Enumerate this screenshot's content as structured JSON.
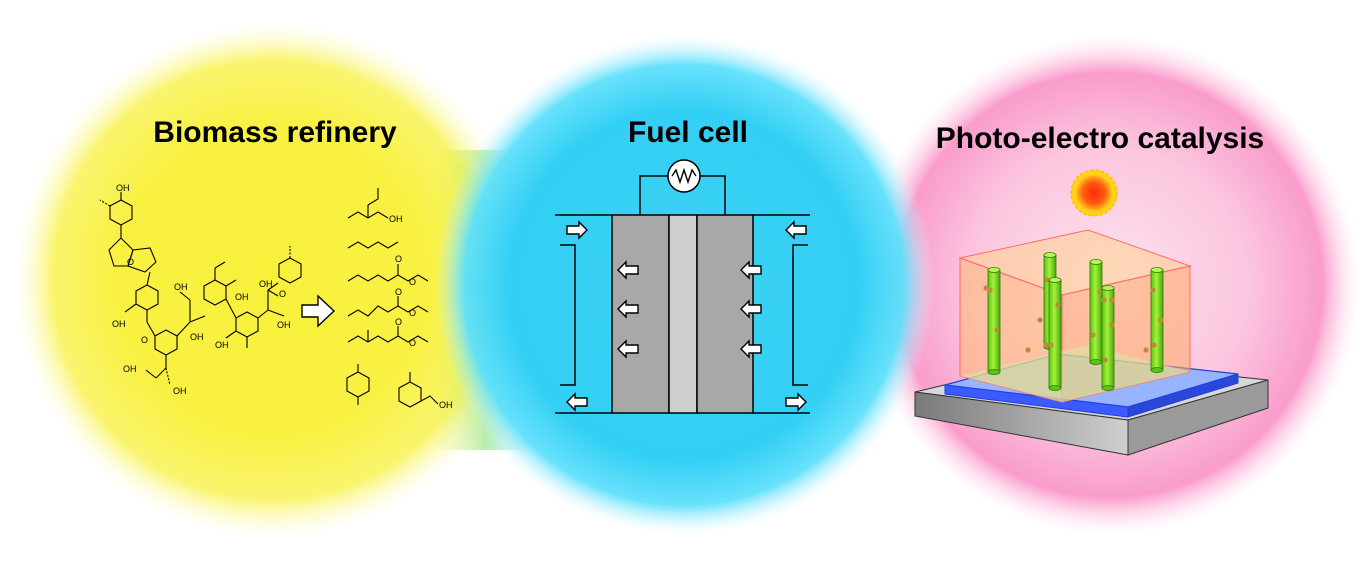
{
  "colors": {
    "biomass_panel": "#f7f13c",
    "fuel_cell_panel": "#3fd2f2",
    "photo_panel": "#fbb1d6",
    "electrode": "#a8a8a8",
    "membrane": "#cfcfcf",
    "rod": "#7ee51d",
    "substrate_top": "#3b5bff",
    "sun": "#ff3a1a"
  },
  "panels": {
    "biomass": {
      "title": "Biomass refinery",
      "labels": {
        "oh": "OH",
        "o": "O"
      }
    },
    "fuel_cell": {
      "title": "Fuel cell",
      "load_icon": "resistor-circle-icon",
      "arrow_icon": "outline-arrow-icon"
    },
    "photo": {
      "title": "Photo-electro catalysis",
      "sun_icon": "sun-icon"
    }
  }
}
